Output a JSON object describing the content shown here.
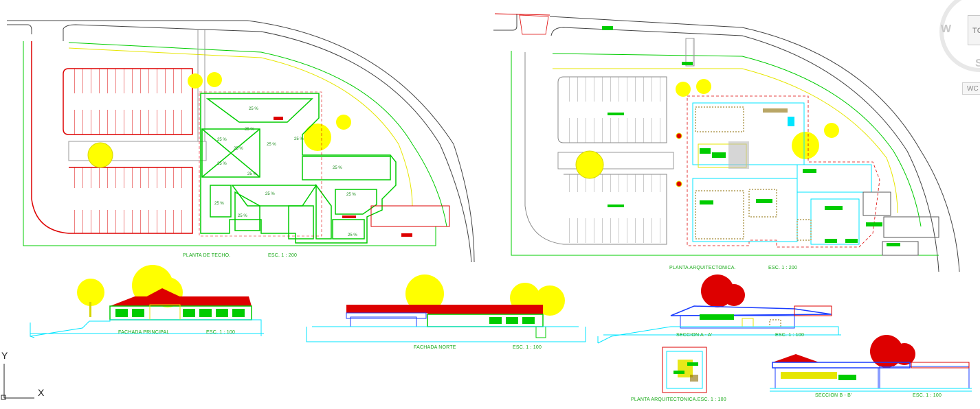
{
  "drawings": {
    "roof_plan": {
      "title": "PLANTA DE TECHO.",
      "scale": "ESC. 1 : 200"
    },
    "arch_plan": {
      "title": "PLANTA ARQUITECTONICA.",
      "scale": "ESC. 1 : 200"
    },
    "main_facade": {
      "title": "FACHADA PRINCIPAL",
      "scale": "ESC. 1 : 100"
    },
    "north_facade": {
      "title": "FACHADA NORTE",
      "scale": "ESC. 1 : 100"
    },
    "section_a": {
      "title": "SECCION A - A'",
      "scale": "ESC. 1 : 100"
    },
    "small_plan": {
      "title": "PLANTA ARQUITECTONICA.ESC. 1 : 100"
    },
    "section_b": {
      "title": "SECCION B - B'",
      "scale": "ESC. 1 : 100"
    }
  },
  "roof_slopes": [
    "25 %",
    "25 %",
    "25 %",
    "25 %",
    "25 %",
    "25 %",
    "25 %",
    "25 %",
    "25 %",
    "25 %",
    "25 %",
    "25 %",
    "25 %",
    "25 %"
  ],
  "viewcube": {
    "w": "W",
    "s": "S",
    "top": "TC",
    "wcs": "WC"
  },
  "ucs": {
    "y": "Y",
    "x": "X"
  },
  "colors": {
    "green": "#00cc00",
    "red": "#dd0000",
    "yellow": "#ffff00",
    "cyan": "#00e5ff",
    "blue": "#1a3cff",
    "gray": "#888888"
  }
}
